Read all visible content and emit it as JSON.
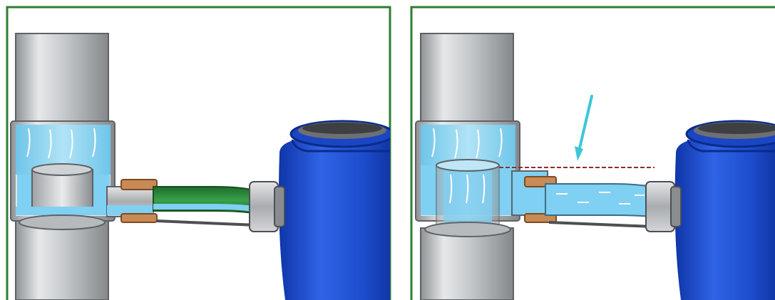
{
  "panels": [
    {
      "id": "left",
      "state": "water-level-below-branch",
      "frame_color": "#2e7d32"
    },
    {
      "id": "right",
      "state": "water-level-reaches-branch",
      "frame_color": "#2e7d32"
    }
  ],
  "colors": {
    "frame": "#2e7d32",
    "pipe_gray": "#b9bbbd",
    "water": "#7fd0f2",
    "green_hose": "#2e8b3a",
    "barrel_blue": "#1f4fd1",
    "nut_gray": "#c9ccce",
    "copper_ring": "#c98a55",
    "arrow": "#3ec7d9",
    "level_line": "#8b2e2e"
  },
  "icons": [
    "downpipe",
    "rain-diverter",
    "hose",
    "barrel",
    "arrow-icon",
    "water-level-line"
  ]
}
